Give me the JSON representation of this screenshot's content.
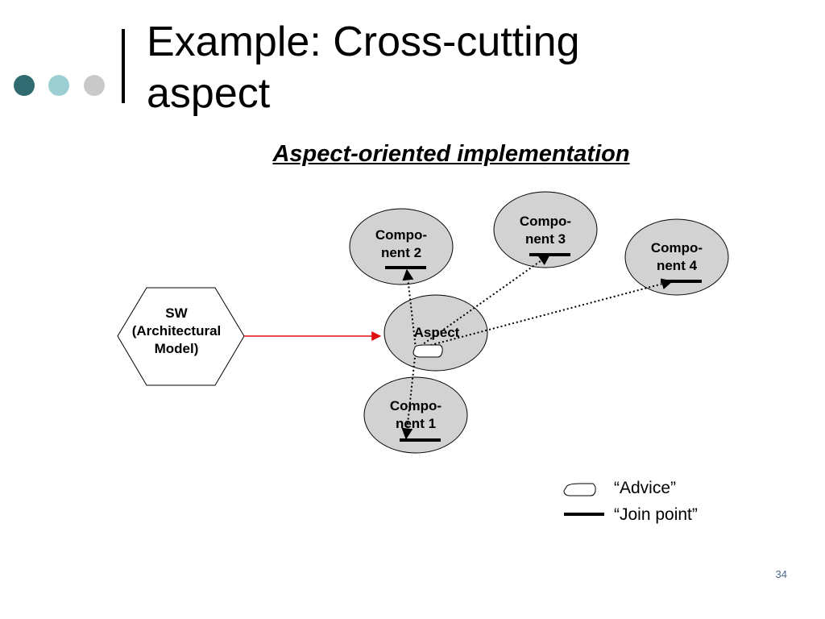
{
  "title_line1": "Example: Cross-cutting",
  "title_line2": "aspect",
  "subtitle": "Aspect-oriented implementation",
  "nodes": {
    "sw": {
      "line1": "SW",
      "line2": "(Architectural",
      "line3": "Model)"
    },
    "aspect": "Aspect",
    "component1": {
      "line1": "Compo-",
      "line2": "nent 1"
    },
    "component2": {
      "line1": "Compo-",
      "line2": "nent 2"
    },
    "component3": {
      "line1": "Compo-",
      "line2": "nent 3"
    },
    "component4": {
      "line1": "Compo-",
      "line2": "nent 4"
    }
  },
  "legend": {
    "advice": "“Advice”",
    "join_point": "“Join point”"
  },
  "page_number": "34",
  "colors": {
    "dot1": "#2f6b70",
    "dot2": "#9ccfd2",
    "dot3": "#c9c9c9",
    "ellipse_fill": "#d2d2d2",
    "arrow_red": "#e01010"
  }
}
